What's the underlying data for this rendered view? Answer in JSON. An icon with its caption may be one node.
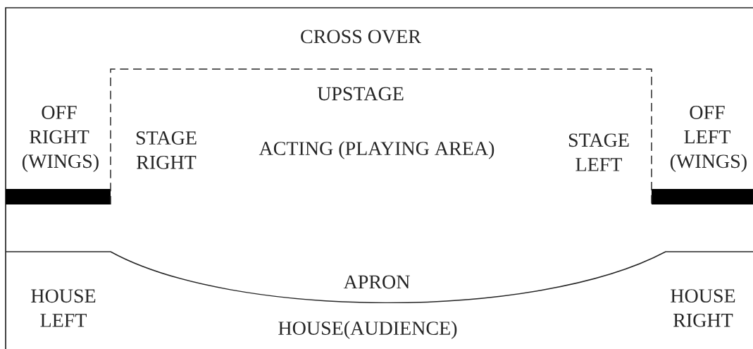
{
  "diagram": {
    "nodes": [
      {
        "text": [
          "UPSTAGE",
          "STAGE RIGHT",
          "ACTING (PLAYING AREA)",
          "STAGE LEFT"
        ]
      }
    ],
    "labels": [
      "CROSS OVER",
      "OFF RIGHT (WINGS)",
      "OFF LEFT (WINGS)",
      "APRON",
      "HOUSE LEFT",
      "HOUSE(AUDIENCE)",
      "HOUSE RIGHT"
    ]
  }
}
